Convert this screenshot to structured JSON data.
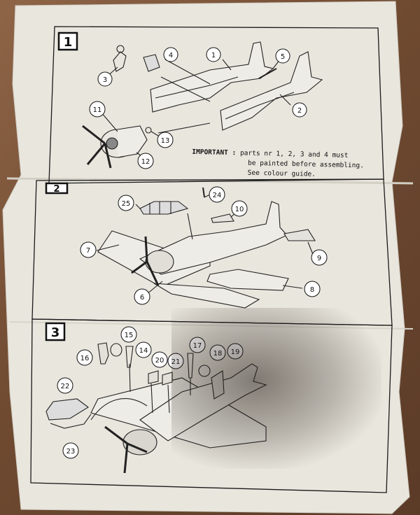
{
  "steps": [
    {
      "number": "1"
    },
    {
      "number": "2"
    },
    {
      "number": "3"
    }
  ],
  "note": {
    "lead": "IMPORTANT :",
    "line1": "parts nr 1, 2, 3 and 4 must",
    "line2": "be painted before assembling.",
    "line3": "See colour guide."
  },
  "callouts": {
    "step1": [
      "1",
      "2",
      "3",
      "4",
      "5",
      "11",
      "12",
      "13"
    ],
    "step2": [
      "6",
      "7",
      "8",
      "9",
      "10",
      "24",
      "25"
    ],
    "step3": [
      "14",
      "15",
      "16",
      "17",
      "18",
      "19",
      "20",
      "21",
      "22",
      "23"
    ]
  },
  "colors": {
    "paper": "#e9e6dd",
    "ink": "#1a1a1a",
    "table": "#7a5338"
  }
}
